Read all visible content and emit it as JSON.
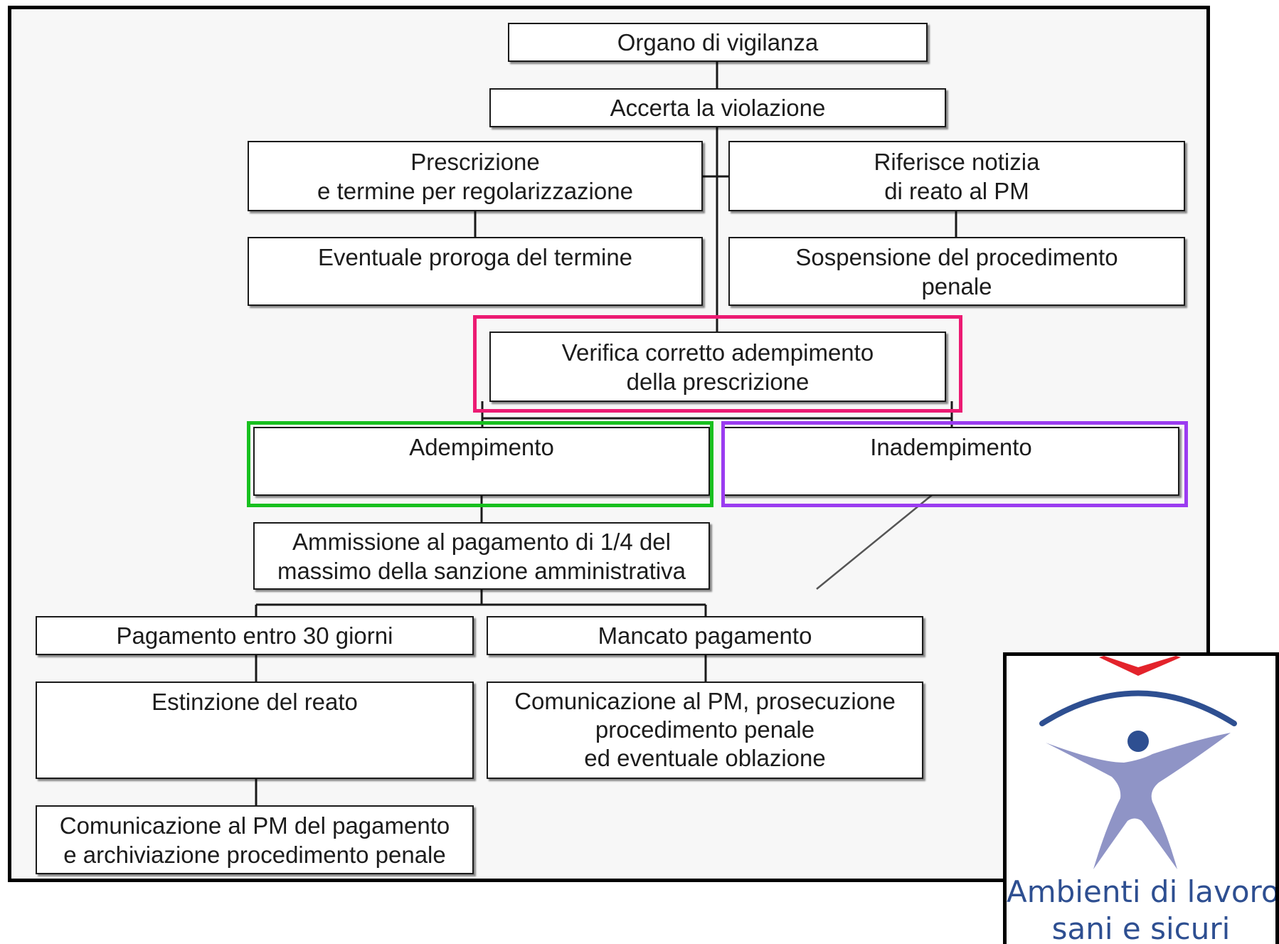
{
  "diagram": {
    "nodes": {
      "organo": [
        "Organo di vigilanza"
      ],
      "accerta": [
        "Accerta la violazione"
      ],
      "prescrizione": [
        "Prescrizione",
        "e termine per regolarizzazione"
      ],
      "riferisce": [
        "Riferisce notizia",
        "di reato al PM"
      ],
      "proroga": [
        "Eventuale proroga del termine"
      ],
      "sospensione": [
        "Sospensione del procedimento",
        "penale"
      ],
      "verifica": [
        "Verifica corretto adempimento",
        "della prescrizione"
      ],
      "adempimento": [
        "Adempimento"
      ],
      "inadempimento": [
        "Inadempimento"
      ],
      "ammissione": [
        "Ammissione al pagamento di 1/4 del",
        "massimo della sanzione amministrativa"
      ],
      "pagamento": [
        "Pagamento entro 30 giorni"
      ],
      "mancato": [
        "Mancato pagamento"
      ],
      "estinzione": [
        "Estinzione del reato"
      ],
      "comunicazione_pm": [
        "Comunicazione al PM, prosecuzione",
        "procedimento penale",
        "ed eventuale oblazione"
      ],
      "comunicazione_pagamento": [
        "Comunicazione al PM del pagamento",
        "e archiviazione procedimento penale"
      ]
    },
    "highlight_colors": {
      "verifica": "#ec1b73",
      "adempimento": "#18c01f",
      "inadempimento": "#9b3cf0"
    },
    "line_color": "#1a1a1a"
  },
  "logo": {
    "line1": "Ambienti di lavoro",
    "line2": "sani e sicuri",
    "text_color": "#2e4f91",
    "figure_color": "#8f94c6",
    "head_color": "#2e4f91",
    "accent_color": "#e3232b"
  }
}
